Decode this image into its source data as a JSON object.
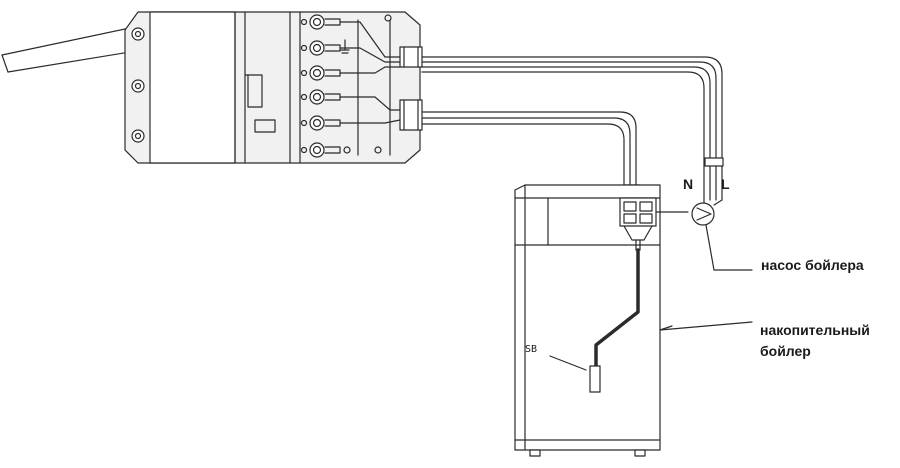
{
  "diagram": {
    "labels": {
      "pump": "насос бойлера",
      "boiler_line1": "накопительный",
      "boiler_line2": "бойлер",
      "n": "N",
      "l": "L",
      "sensor": "SB"
    },
    "colors": {
      "stroke": "#2b2b2b",
      "fill": "#ffffff",
      "shade": "#f1f1f1"
    }
  }
}
